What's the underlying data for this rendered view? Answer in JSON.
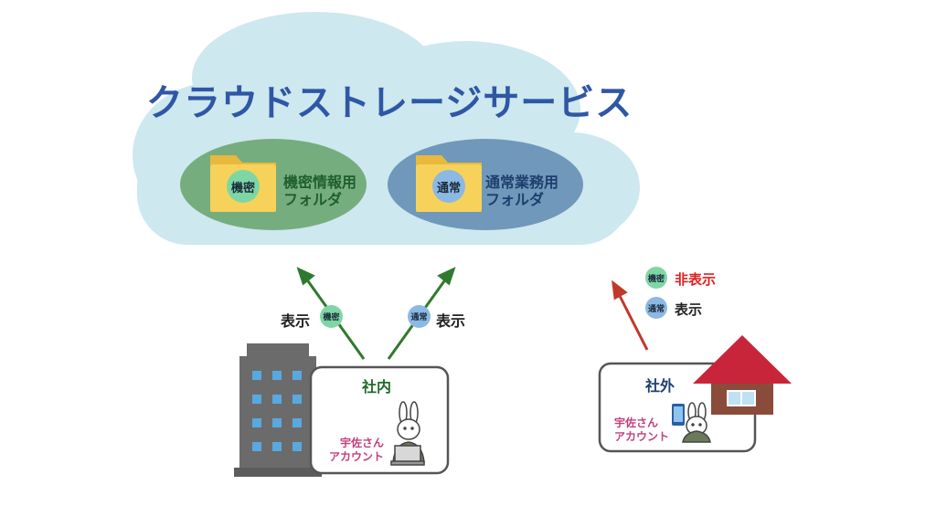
{
  "title": "クラウドストレージサービス",
  "badges": {
    "secret": "機密",
    "normal": "通常"
  },
  "folders": {
    "secret": {
      "line1": "機密情報用",
      "line2": "フォルダ"
    },
    "normal": {
      "line1": "通常業務用",
      "line2": "フォルダ"
    }
  },
  "office": {
    "label": "社内",
    "account_line1": "宇佐さん",
    "account_line2": "アカウント",
    "show_left": "表示",
    "show_right": "表示"
  },
  "outside": {
    "label": "社外",
    "account_line1": "宇佐さん",
    "account_line2": "アカウント"
  },
  "legend": {
    "secret_status": "非表示",
    "normal_status": "表示"
  },
  "colors": {
    "title": "#2f57a5",
    "cloud": "#cde8ef",
    "secret_zone": "#76ad7f",
    "normal_zone": "#6f98ba",
    "secret_badge": "#7fd6a5",
    "normal_badge": "#8cb8e4",
    "folder": "#f7d25a",
    "arrow_green": "#2f7a2f",
    "arrow_red": "#c0392b",
    "account_text": "#c2407c",
    "hidden_text": "#e02020",
    "roof": "#c9253a"
  }
}
